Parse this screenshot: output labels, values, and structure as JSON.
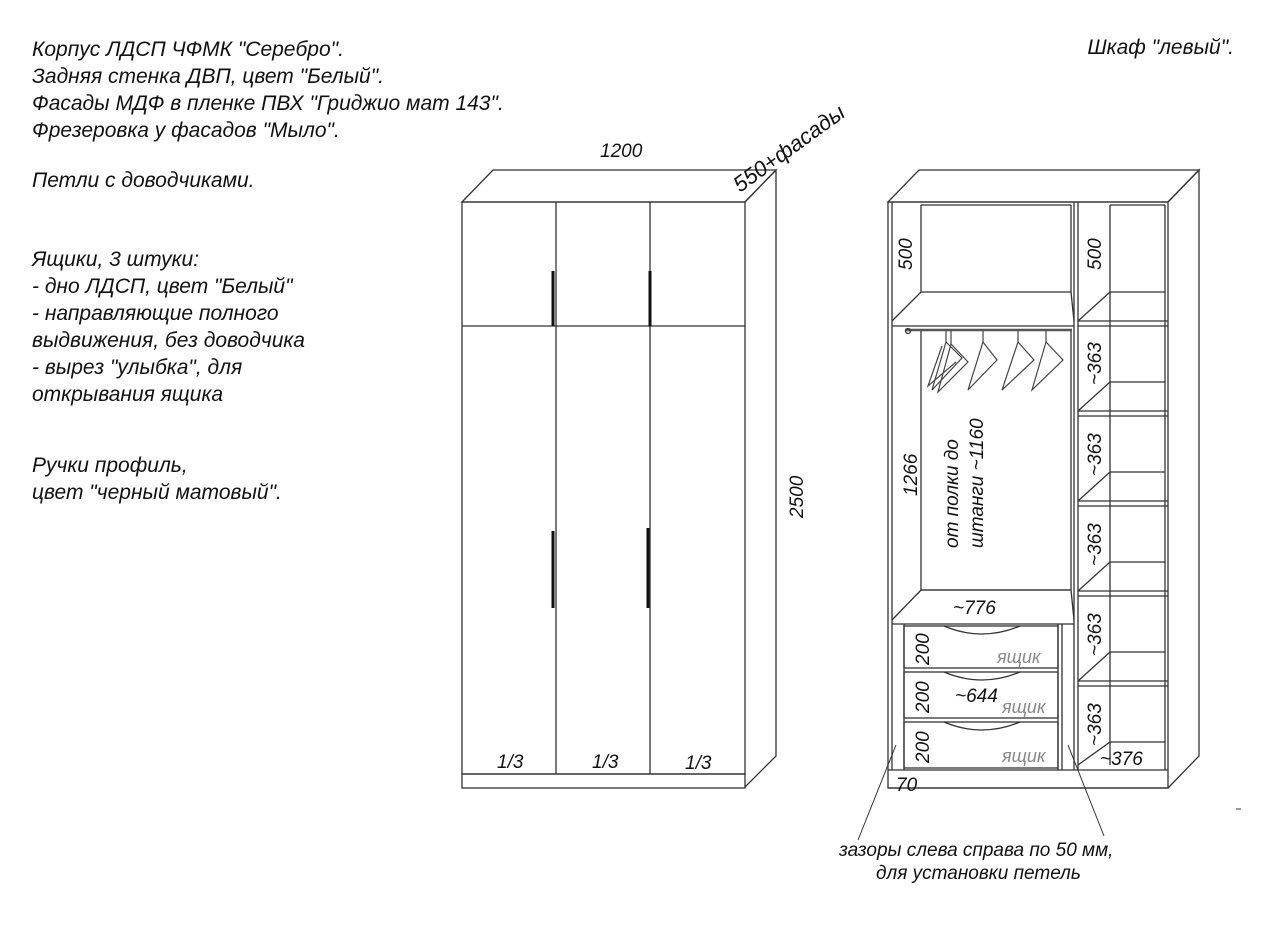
{
  "spec": {
    "block1": [
      "Корпус ЛДСП ЧФМК \"Серебро\".",
      "Задняя стенка ДВП, цвет \"Белый\".",
      "Фасады МДФ в пленке ПВХ \"Гриджио мат 143\".",
      "Фрезеровка у фасадов \"Мыло\"."
    ],
    "hinges": "Петли с доводчиками.",
    "drawers": [
      "Ящики, 3 штуки:",
      "- дно ЛДСП, цвет \"Белый\"",
      "- направляющие полного",
      "выдвижения, без доводчика",
      "- вырез \"улыбка\", для",
      "открывания ящика"
    ],
    "handles": [
      "Ручки профиль,",
      "цвет \"черный матовый\"."
    ]
  },
  "title_right": "Шкаф \"левый\".",
  "front": {
    "width_label": "1200",
    "depth_label": "550+фасады",
    "height_label": "2500",
    "door_labels": [
      "1/3",
      "1/3",
      "1/3"
    ]
  },
  "interior": {
    "top_left": "500",
    "top_right": "500",
    "hanging_height": "1266",
    "rail_note": [
      "от полки до",
      "штанги ~1160"
    ],
    "width_left": "~776",
    "right_shelves": [
      "~363",
      "~363",
      "~363",
      "~363",
      "~363"
    ],
    "drawer_heights": [
      "200",
      "200",
      "200"
    ],
    "drawer_labels": [
      "ящик",
      "ящик",
      "ящик"
    ],
    "drawer_width": "~644",
    "width_right": "~376",
    "plinth": "70",
    "gap_note": [
      "зазоры слева  справа по 50 мм,",
      "для установки петель"
    ]
  },
  "colors": {
    "line": "#333333",
    "handle": "#111111",
    "muted_text": "#888888"
  }
}
